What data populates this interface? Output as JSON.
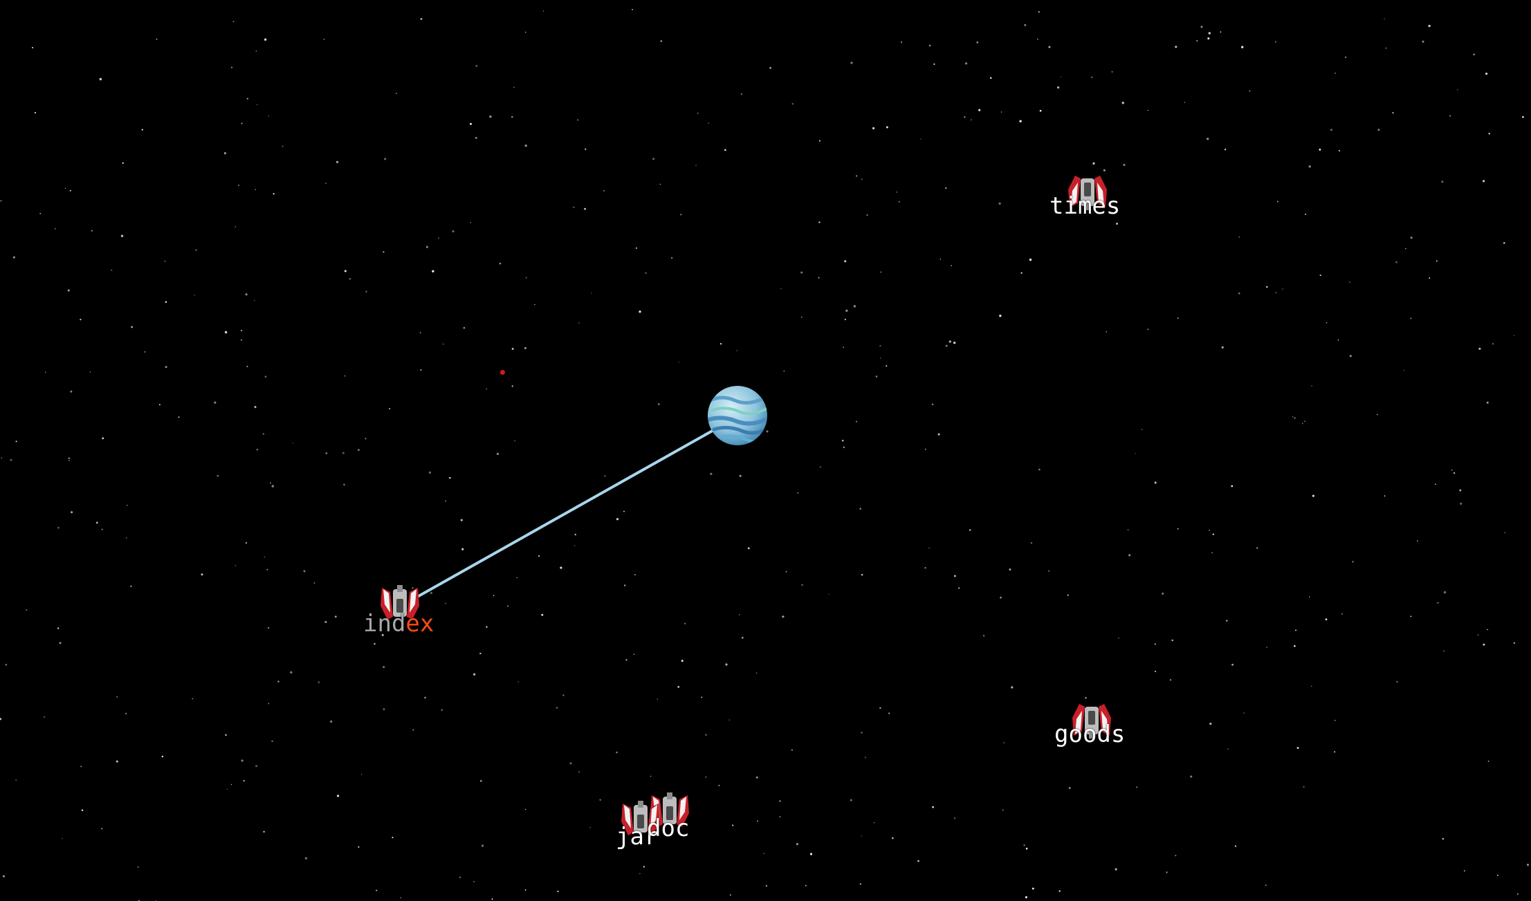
{
  "colors": {
    "background": "#000000",
    "star": "#ffffff",
    "beam": "#a9d6ec",
    "typed_text": "#a8a8a8",
    "remaining_text": "#ff4a14",
    "word_text": "#ffffff",
    "ship_body": "#b8b8b8",
    "ship_wing": "#c8202a",
    "bullet": "#d11a1a"
  },
  "player": {
    "icon": "planet-icon"
  },
  "target": {
    "typed": "ind",
    "remaining": "ex"
  },
  "enemies": [
    {
      "word": "times",
      "icon": "enemy-ship-icon"
    },
    {
      "word": "goods",
      "icon": "enemy-ship-icon"
    },
    {
      "word": "jar",
      "icon": "enemy-ship-icon"
    },
    {
      "word": "doc",
      "icon": "enemy-ship-icon"
    }
  ]
}
